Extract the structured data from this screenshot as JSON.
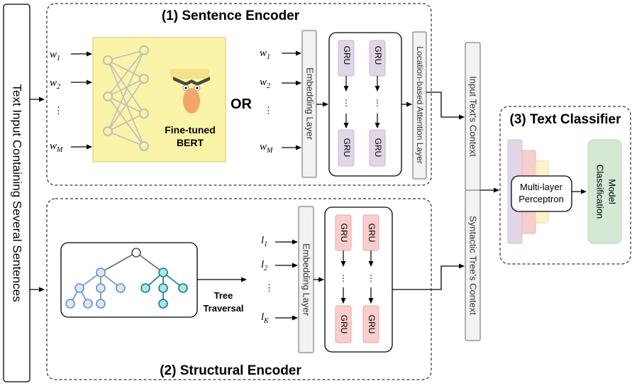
{
  "input": {
    "label": "Text Input Containing Several Sentences"
  },
  "sentence_encoder": {
    "title": "(1) Sentence Encoder",
    "bert_inputs": [
      "w",
      "w",
      "⋮",
      "w"
    ],
    "bert_input_subscripts": [
      "1",
      "2",
      "",
      "M"
    ],
    "bert_label_line1": "Fine-tuned",
    "bert_label_line2": "BERT",
    "or_label": "OR",
    "gru_inputs": [
      "w",
      "w",
      "⋮",
      "w"
    ],
    "gru_input_subscripts": [
      "1",
      "2",
      "",
      "M"
    ],
    "embedding_label": "Embedding Layer",
    "gru_label": "GRU",
    "dots": "⋮",
    "attention_label": "Location-based Attention Layer"
  },
  "structural_encoder": {
    "title": "(2) Structural Encoder",
    "traversal_line1": "Tree",
    "traversal_line2": "Traversal",
    "inputs": [
      "l",
      "l",
      "⋮",
      "l"
    ],
    "input_subscripts": [
      "1",
      "2",
      "",
      "K"
    ],
    "embedding_label": "Embedding Layer",
    "gru_label": "GRU",
    "dots": "⋮"
  },
  "context": {
    "text_context": "Input Text's Context",
    "tree_context": "Syntactic Tree's Context"
  },
  "classifier": {
    "title": "(3) Text Classifier",
    "mlp_line1": "Multi-layer",
    "mlp_line2": "Perceptron",
    "model_line1": "Classification",
    "model_line2": "Model"
  },
  "colors": {
    "gru_top": "#e1d5e7",
    "gru_top_border": "#9673a6",
    "gru_bottom": "#f8cecc",
    "gru_bottom_border": "#b85450",
    "bert_bg": "#fbf4a8",
    "tree_blue": "#6c8ebf",
    "tree_teal": "#0e8088",
    "model_bg": "#d5e8d4",
    "model_border": "#82b366"
  }
}
